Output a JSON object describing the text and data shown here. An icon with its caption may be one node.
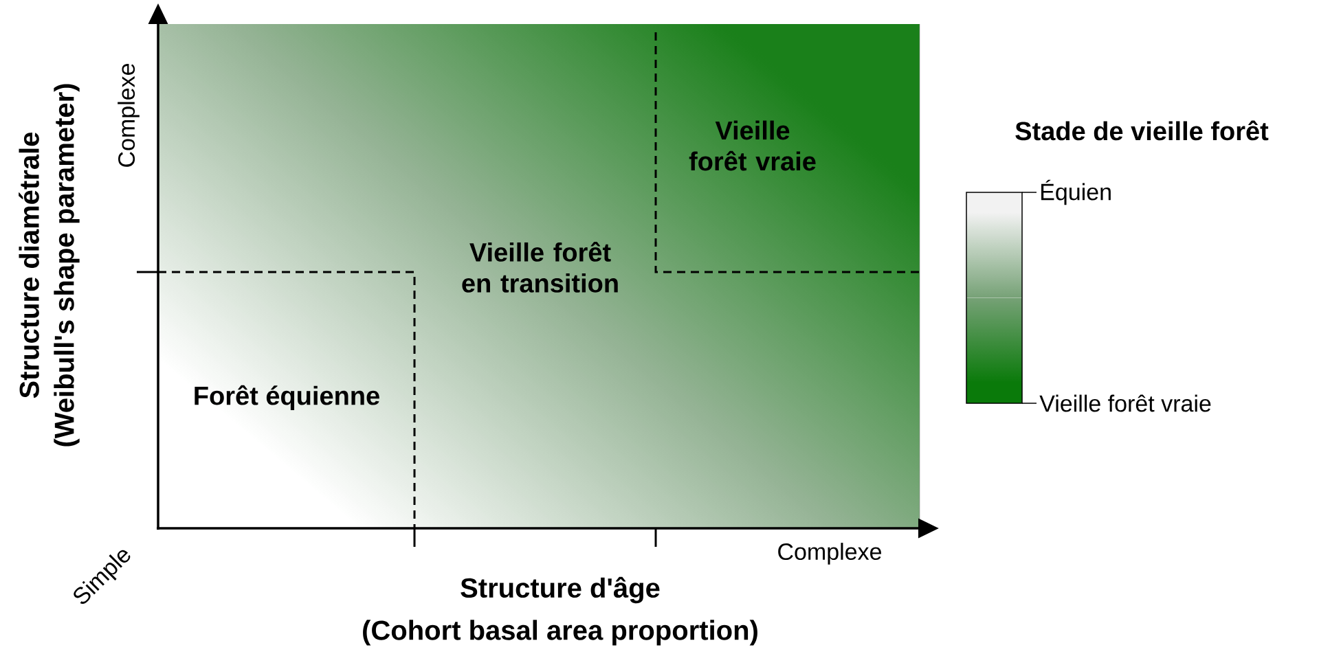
{
  "diagram": {
    "labels": [
      "Stade de vieille forêt",
      "Complexe",
      "Vieille forêt vraie",
      "Vieille forêt en transition",
      "Forêt équienne",
      "Structure diamétrale",
      "(Weibull's shape parameter)",
      "Simple",
      "Complexe",
      "Structure d'âge",
      "(Cohort basal area proportion)"
    ],
    "legend": [
      {
        "text": "Équien",
        "color": "#f2f2f2"
      },
      {
        "text": "Vieille forêt vraie",
        "color": "#0a7a0a"
      }
    ]
  }
}
